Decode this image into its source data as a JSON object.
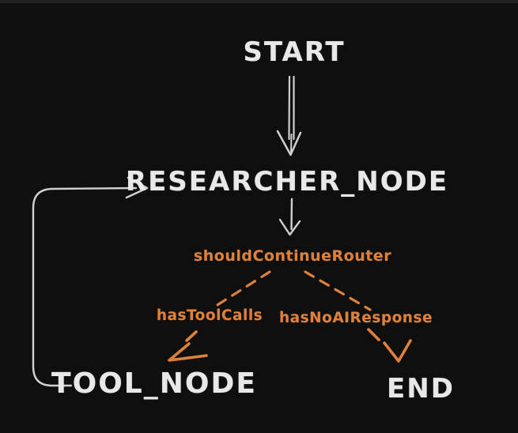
{
  "diagram": {
    "title": "agent-graph-flowchart",
    "colors": {
      "background": "#0f0f0f",
      "node_text": "#e8e8e8",
      "arrow_gray": "#d0d0d0",
      "router_orange": "#e0813a"
    },
    "nodes": {
      "start": {
        "label": "START"
      },
      "researcher": {
        "label": "RESEARCHER_NODE"
      },
      "router": {
        "label": "shouldContinueRouter"
      },
      "tool": {
        "label": "TOOL_NODE"
      },
      "end": {
        "label": "END"
      }
    },
    "edges": {
      "start_to_researcher": {
        "style": "double-line-arrow"
      },
      "researcher_to_router": {
        "style": "single-line-arrow"
      },
      "router_to_tool": {
        "label": "hasToolCalls",
        "style": "dashed-orange-arrow"
      },
      "router_to_end": {
        "label": "hasNoAIResponse",
        "style": "dashed-orange-arrow"
      },
      "tool_to_researcher": {
        "style": "loop-back-arrow"
      }
    }
  }
}
